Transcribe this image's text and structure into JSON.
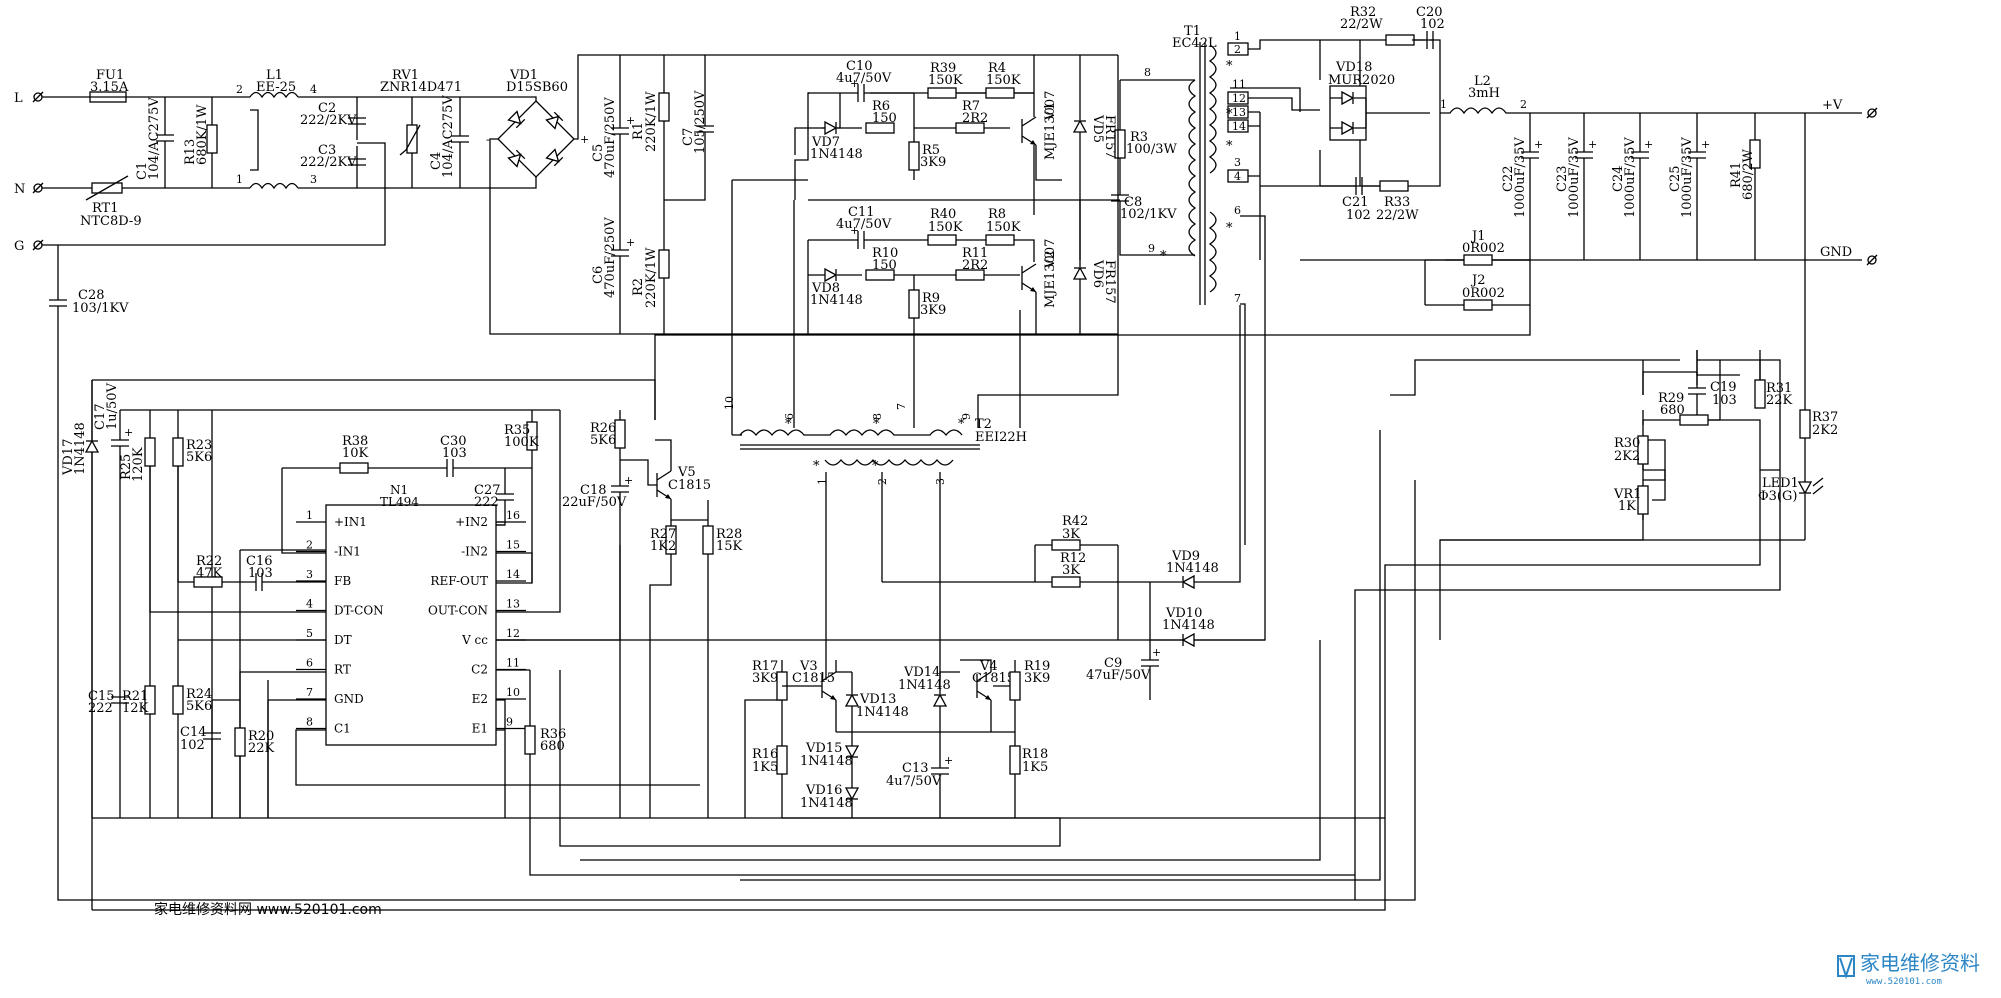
{
  "terminals": {
    "L": "L",
    "N": "N",
    "G": "G",
    "V": "+V",
    "GND": "GND"
  },
  "input": {
    "FU1": [
      "FU1",
      "3.15A"
    ],
    "RT1": [
      "RT1",
      "NTC8D-9"
    ],
    "C1": [
      "C1",
      "104/AC275V"
    ],
    "R13": [
      "R13",
      "680K/1W"
    ],
    "L1": [
      "L1",
      "EE-25"
    ],
    "C2": [
      "C2",
      "222/2KV"
    ],
    "C3": [
      "C3",
      "222/2KV"
    ],
    "RV1": [
      "RV1",
      "ZNR14D471"
    ],
    "C4": [
      "C4",
      "104/AC275V"
    ],
    "VD1": [
      "VD1",
      "D15SB60"
    ],
    "C28": [
      "C28",
      "103/1KV"
    ],
    "L1pins": [
      "2",
      "4",
      "1",
      "3"
    ]
  },
  "half_bridge": {
    "C5": [
      "C5",
      "470uF/250V"
    ],
    "C6": [
      "C6",
      "470uF/250V"
    ],
    "R1": [
      "R1",
      "220K/1W"
    ],
    "R2": [
      "R2",
      "220K/1W"
    ],
    "C7": [
      "C7",
      "105/250V"
    ],
    "C10": [
      "C10",
      "4u7/50V"
    ],
    "R39": [
      "R39",
      "150K"
    ],
    "R4": [
      "R4",
      "150K"
    ],
    "VD7": [
      "VD7",
      "1N4148"
    ],
    "R6": [
      "R6",
      "150"
    ],
    "R7": [
      "R7",
      "2R2"
    ],
    "R5": [
      "R5",
      "3K9"
    ],
    "V1": [
      "V1",
      "MJE13007"
    ],
    "VD5": [
      "VD5",
      "FR157"
    ],
    "R3": [
      "R3",
      "100/3W"
    ],
    "C8": [
      "C8",
      "102/1KV"
    ],
    "C11": [
      "C11",
      "4u7/50V"
    ],
    "R40": [
      "R40",
      "150K"
    ],
    "R8": [
      "R8",
      "150K"
    ],
    "VD8": [
      "VD8",
      "1N4148"
    ],
    "R10": [
      "R10",
      "150"
    ],
    "R11": [
      "R11",
      "2R2"
    ],
    "R9": [
      "R9",
      "3K9"
    ],
    "V2": [
      "V2",
      "MJE13007"
    ],
    "VD6": [
      "VD6",
      "FR157"
    ]
  },
  "transformer_t1": {
    "name": "T1",
    "core": "EC42L",
    "pins": [
      "1",
      "2",
      "11",
      "12",
      "13",
      "14",
      "3",
      "4",
      "8",
      "9",
      "6",
      "7"
    ],
    "dots": [
      "*",
      "*",
      "*",
      "*",
      "*"
    ]
  },
  "driver_t2": {
    "name": "T2",
    "core": "EEI22H",
    "pins": [
      "10",
      "6",
      "8",
      "7",
      "9",
      "1",
      "2",
      "3"
    ],
    "dots": [
      "*",
      "*",
      "*",
      "*",
      "*"
    ]
  },
  "output": {
    "R32": [
      "R32",
      "22/2W"
    ],
    "C20": [
      "C20",
      "102"
    ],
    "VD18": [
      "VD18",
      "MUR2020"
    ],
    "C21": [
      "C21",
      "102"
    ],
    "R33": [
      "R33",
      "22/2W"
    ],
    "L2": [
      "L2",
      "3mH"
    ],
    "L2pins": [
      "1",
      "2"
    ],
    "C22": [
      "C22",
      "1000uF/35V"
    ],
    "C23": [
      "C23",
      "1000uF/35V"
    ],
    "C24": [
      "C24",
      "1000uF/35V"
    ],
    "C25": [
      "C25",
      "1000uF/35V"
    ],
    "R41": [
      "R41",
      "680/2W"
    ],
    "J1": [
      "J1",
      "0R002"
    ],
    "J2": [
      "J2",
      "0R002"
    ]
  },
  "feedback": {
    "C19": [
      "C19",
      "103"
    ],
    "R29": [
      "R29",
      "680"
    ],
    "R31": [
      "R31",
      "22K"
    ],
    "R30": [
      "R30",
      "2K2"
    ],
    "VR1": [
      "VR1",
      "1K"
    ],
    "R37": [
      "R37",
      "2K2"
    ],
    "LED1": [
      "LED1",
      "Φ3(G)"
    ]
  },
  "control": {
    "VD17": [
      "VD17",
      "1N4148"
    ],
    "C17": [
      "C17",
      "1u/50V"
    ],
    "R25": [
      "R25",
      "120K"
    ],
    "R23": [
      "R23",
      "5K6"
    ],
    "R38": [
      "R38",
      "10K"
    ],
    "C30": [
      "C30",
      "103"
    ],
    "R35": [
      "R35",
      "100K"
    ],
    "C27": [
      "C27",
      "222"
    ],
    "R26": [
      "R26",
      "5K6"
    ],
    "C18": [
      "C18",
      "22uF/50V"
    ],
    "V5": [
      "V5",
      "C1815"
    ],
    "R27": [
      "R27",
      "1K2"
    ],
    "R28": [
      "R28",
      "15K"
    ],
    "R22": [
      "R22",
      "47K"
    ],
    "C16": [
      "C16",
      "103"
    ],
    "C15": [
      "C15",
      "222"
    ],
    "R21": [
      "R21",
      "12K"
    ],
    "R24": [
      "R24",
      "5K6"
    ],
    "C14": [
      "C14",
      "102"
    ],
    "R20": [
      "R20",
      "22K"
    ],
    "R36": [
      "R36",
      "680"
    ],
    "R42": [
      "R42",
      "3K"
    ],
    "R12": [
      "R12",
      "3K"
    ],
    "VD9": [
      "VD9",
      "1N4148"
    ],
    "VD10": [
      "VD10",
      "1N4148"
    ],
    "C9": [
      "C9",
      "47uF/50V"
    ],
    "R17": [
      "R17",
      "3K9"
    ],
    "V3": [
      "V3",
      "C1815"
    ],
    "VD13": [
      "VD13",
      "1N4148"
    ],
    "VD14": [
      "VD14",
      "1N4148"
    ],
    "V4": [
      "V4",
      "C1815"
    ],
    "R19": [
      "R19",
      "3K9"
    ],
    "R16": [
      "R16",
      "1K5"
    ],
    "VD15": [
      "VD15",
      "1N4148"
    ],
    "VD16": [
      "VD16",
      "1N4148"
    ],
    "C13": [
      "C13",
      "4u7/50V"
    ],
    "R18": [
      "R18",
      "1K5"
    ]
  },
  "ic": {
    "ref": "N1",
    "part": "TL494",
    "left_pins": [
      {
        "num": "1",
        "name": "+IN1"
      },
      {
        "num": "2",
        "name": "-IN1"
      },
      {
        "num": "3",
        "name": "FB"
      },
      {
        "num": "4",
        "name": "DT-CON"
      },
      {
        "num": "5",
        "name": "DT"
      },
      {
        "num": "6",
        "name": "RT"
      },
      {
        "num": "7",
        "name": "GND"
      },
      {
        "num": "8",
        "name": "C1"
      }
    ],
    "right_pins": [
      {
        "num": "16",
        "name": "+IN2"
      },
      {
        "num": "15",
        "name": "-IN2"
      },
      {
        "num": "14",
        "name": "REF-OUT"
      },
      {
        "num": "13",
        "name": "OUT-CON"
      },
      {
        "num": "12",
        "name": "V cc"
      },
      {
        "num": "11",
        "name": "C2"
      },
      {
        "num": "10",
        "name": "E2"
      },
      {
        "num": "9",
        "name": "E1"
      }
    ]
  },
  "watermark": {
    "site": "家电维修资料网 www.520101.com",
    "logo": "家电维修资料",
    "logo_url": "www.520101.com"
  }
}
